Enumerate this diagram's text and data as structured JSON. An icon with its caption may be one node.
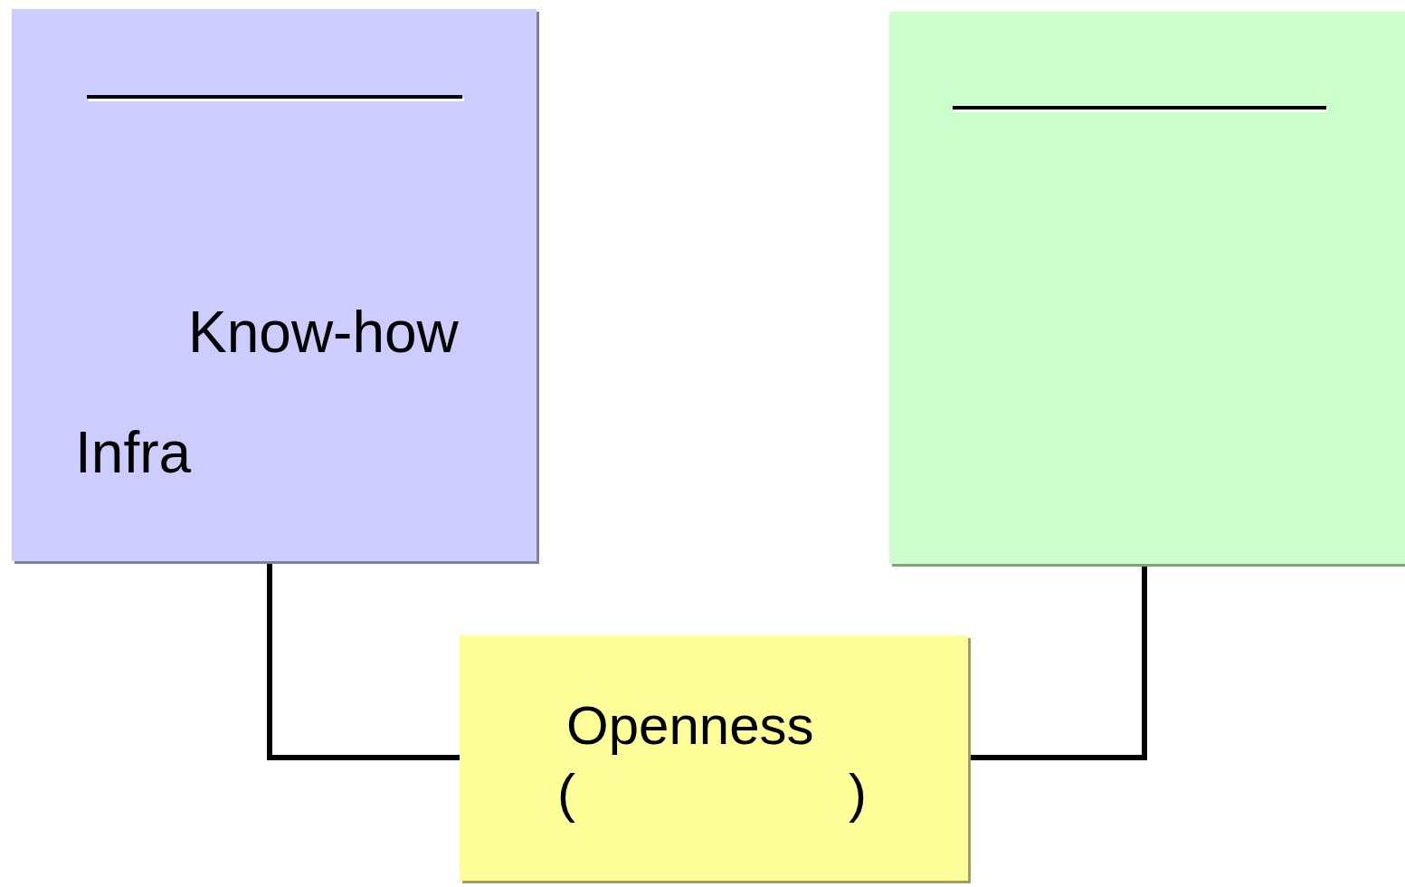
{
  "diagram": {
    "nodes": [
      {
        "text": [
          "Know-how",
          "Infra"
        ]
      },
      {
        "text": [],
        "shape": "box"
      },
      {
        "text": [
          "Openness",
          "(",
          ")"
        ]
      }
    ],
    "edges": [
      {
        "from": 0,
        "to": 2,
        "arrow": "none"
      },
      {
        "from": 2,
        "to": 1,
        "arrow": "none"
      }
    ]
  }
}
